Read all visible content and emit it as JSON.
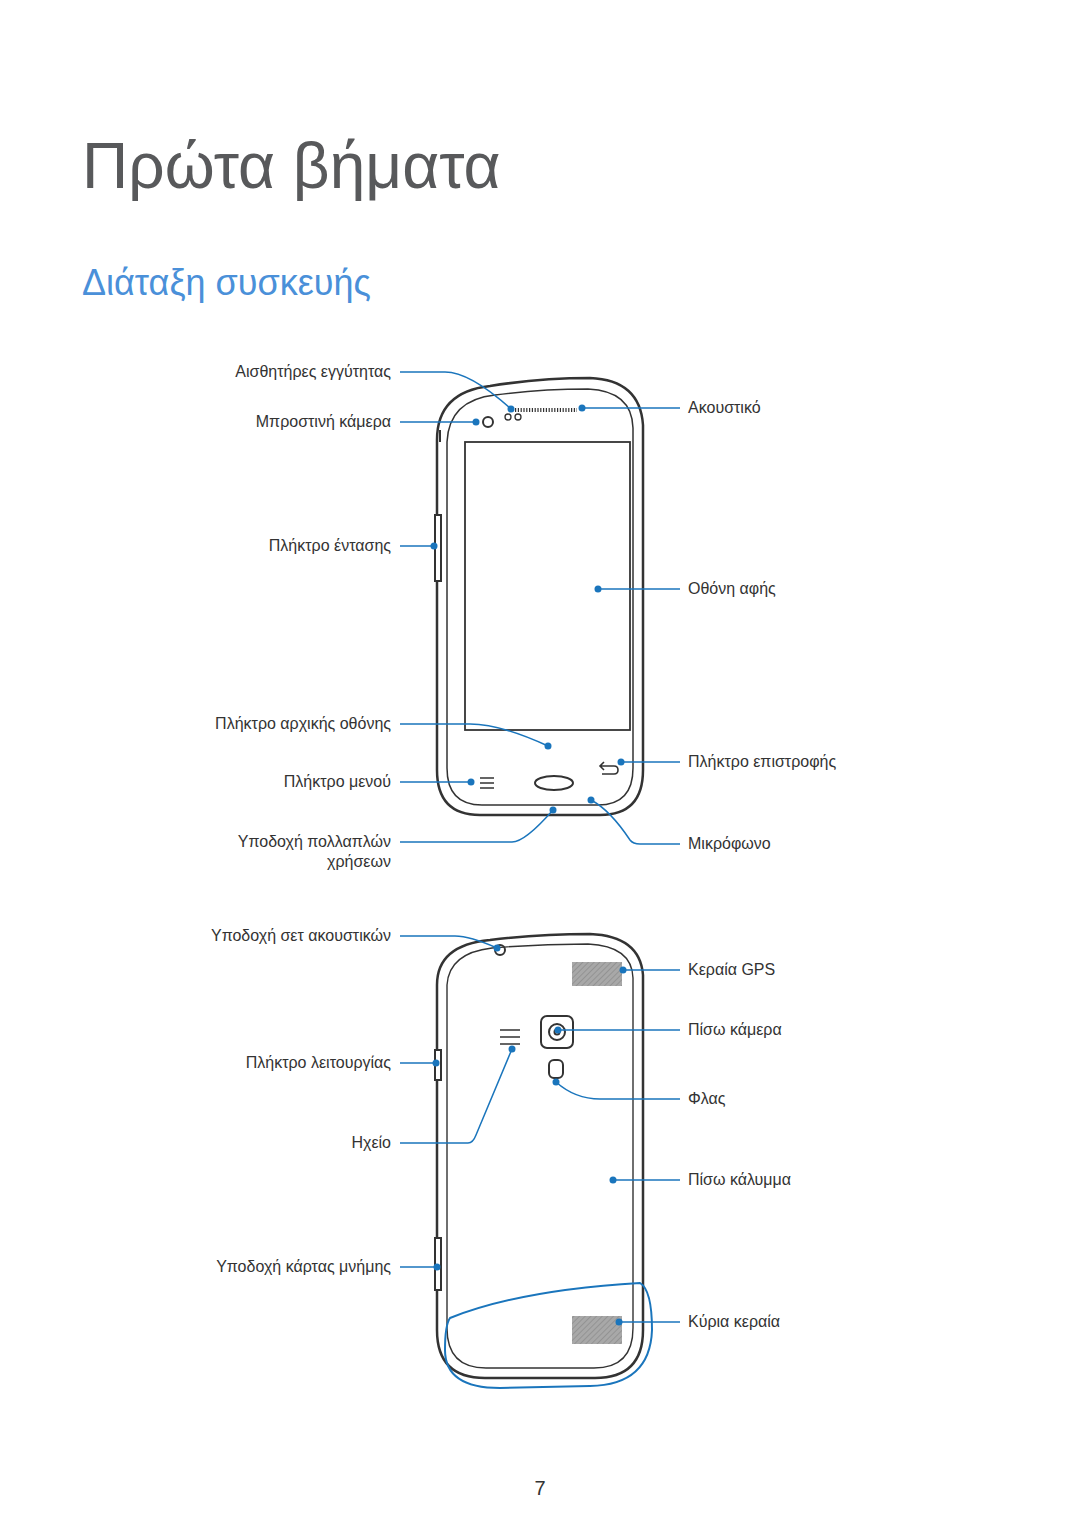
{
  "diagram": {
    "title": "Πρώτα βήματα",
    "labels": [
      "Διάταξη συσκευής",
      "Αισθητήρες εγγύτητας",
      "Μπροστινή κάμερα",
      "Ακουστικό",
      "Πλήκτρο έντασης",
      "Οθόνη αφής",
      "Πλήκτρο αρχικής οθόνης",
      "Πλήκτρο επιστροφής",
      "Πλήκτρο μενού",
      "Υποδοχή πολλαπλών χρήσεων",
      "Μικρόφωνο",
      "Υποδοχή σετ ακουστικών",
      "Κεραία GPS",
      "Πίσω κάμερα",
      "Πλήκτρο λειτουργίας",
      "Φλας",
      "Ηχείο",
      "Πίσω κάλυμμα",
      "Υποδοχή κάρτας μνήμης",
      "Κύρια κεραία",
      "7"
    ]
  }
}
